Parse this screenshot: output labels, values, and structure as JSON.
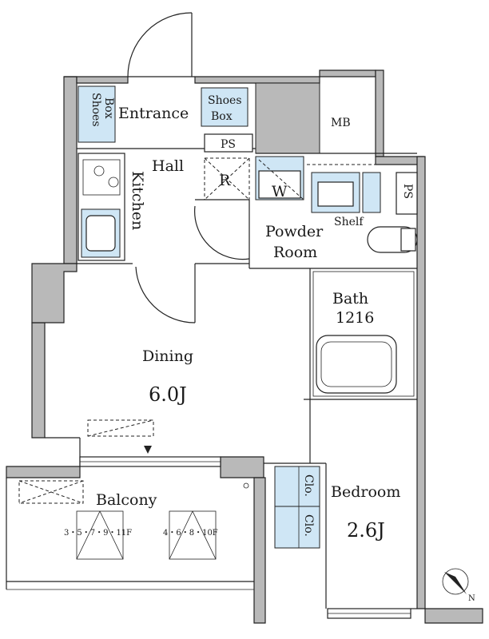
{
  "rooms": {
    "entrance": "Entrance",
    "shoes_box_left": [
      "Shoes",
      "Box"
    ],
    "shoes_box_right": [
      "Shoes",
      "Box"
    ],
    "ps_top": "PS",
    "ps_right": "PS",
    "mb": "MB",
    "hall": "Hall",
    "refrigerator": "R",
    "washer": "W",
    "kitchen": "Kitchen",
    "shelf": "Shelf",
    "powder_room": [
      "Powder",
      "Room"
    ],
    "bath": [
      "Bath",
      "1216"
    ],
    "dining": "Dining",
    "dining_size": "6.0J",
    "bedroom": "Bedroom",
    "bedroom_size": "2.6J",
    "closet_1": "Clo.",
    "closet_2": "Clo.",
    "balcony": "Balcony",
    "floors_a": "3・5・7・9・11F",
    "floors_b": "4・6・8・10F"
  },
  "compass": {
    "label": "N"
  }
}
